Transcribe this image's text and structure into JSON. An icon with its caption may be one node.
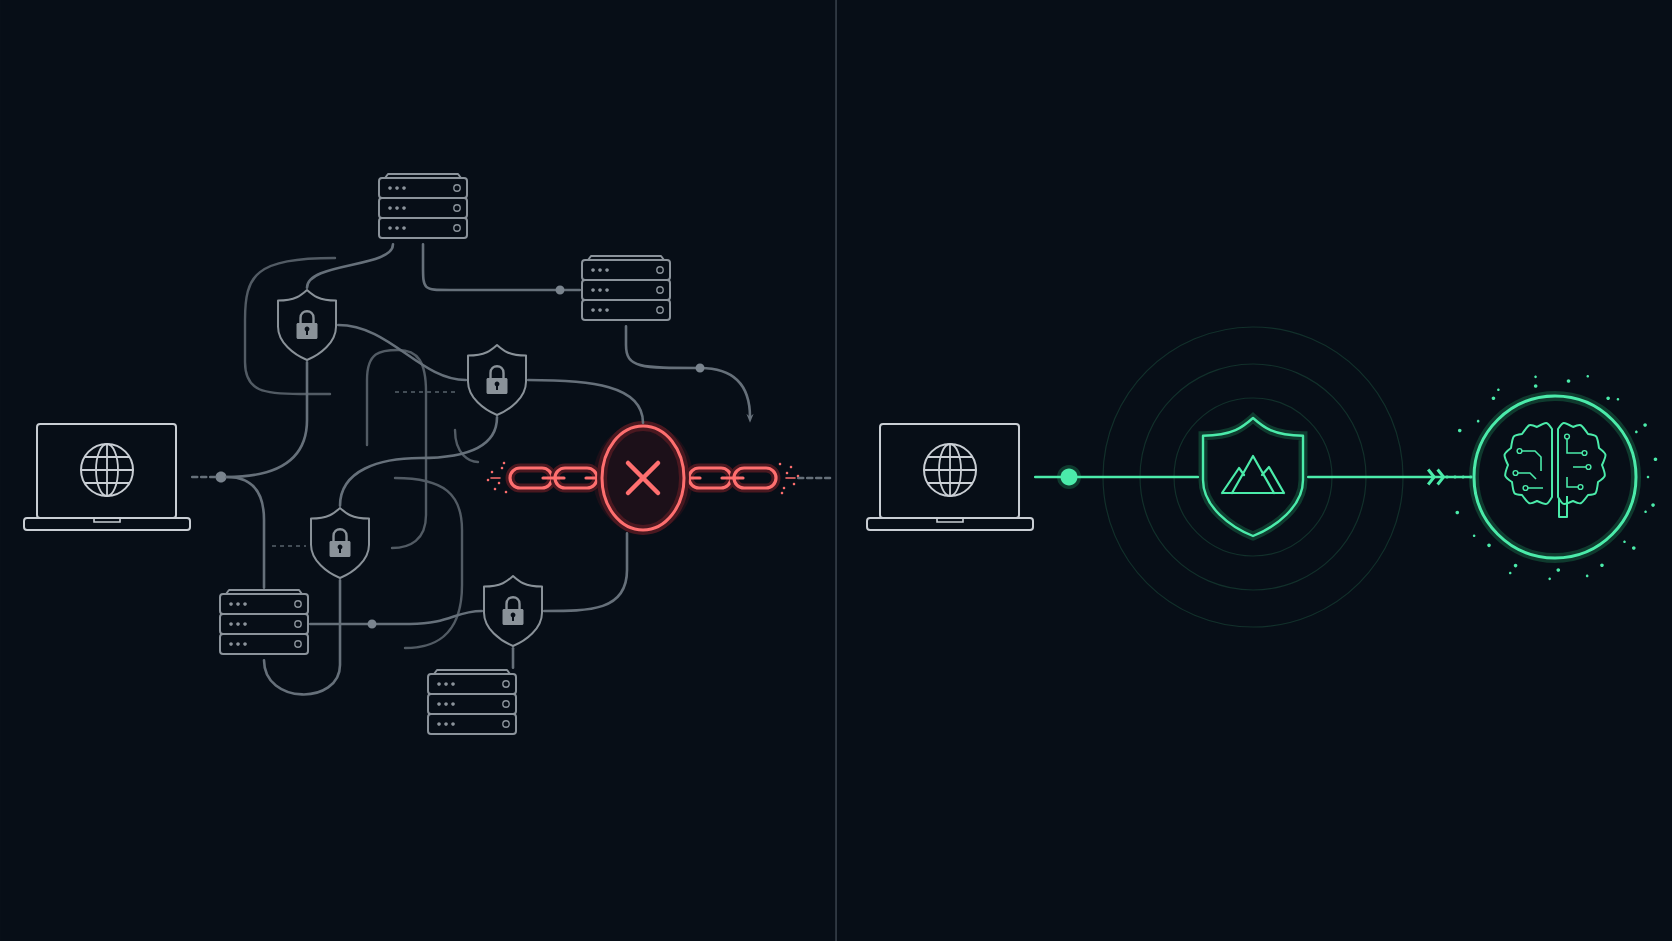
{
  "diagram": {
    "nodes": [
      {
        "text": [],
        "shape": "picture"
      },
      {
        "text": [],
        "shape": "circle"
      },
      {
        "text": [],
        "shape": "picture"
      },
      {
        "text": [],
        "shape": "picture"
      },
      {
        "text": [],
        "shape": "picture"
      },
      {
        "text": [],
        "shape": "picture"
      },
      {
        "text": [],
        "shape": "picture"
      },
      {
        "text": [],
        "shape": "picture"
      },
      {
        "text": [],
        "shape": "picture"
      },
      {
        "text": [],
        "shape": "picture"
      },
      {
        "text": [],
        "shape": "picture"
      },
      {
        "text": [],
        "shape": "picture"
      },
      {
        "text": [],
        "shape": "circle"
      },
      {
        "text": [],
        "shape": "picture"
      },
      {
        "text": [],
        "shape": "circle"
      }
    ],
    "edges": [
      {
        "from": 0,
        "to": 1,
        "arrow": "none",
        "style": "dashed"
      },
      {
        "from": 1,
        "to": 3,
        "arrow": "none"
      },
      {
        "from": 1,
        "to": 7,
        "arrow": "none"
      },
      {
        "from": 2,
        "to": 3,
        "arrow": "none"
      },
      {
        "from": 2,
        "to": 4,
        "arrow": "none"
      },
      {
        "from": 4,
        "to": 10,
        "arrow": "to"
      },
      {
        "from": 3,
        "to": 5,
        "arrow": "none"
      },
      {
        "from": 5,
        "to": 10,
        "arrow": "none"
      },
      {
        "from": 6,
        "to": 7,
        "arrow": "none"
      },
      {
        "from": 7,
        "to": 8,
        "arrow": "none"
      },
      {
        "from": 8,
        "to": 9,
        "arrow": "none"
      },
      {
        "from": 10,
        "to": 8,
        "arrow": "none"
      },
      {
        "from": 10,
        "to": null,
        "arrow": "none",
        "style": "dashed"
      },
      {
        "from": 6,
        "to": 5,
        "arrow": "none"
      },
      {
        "from": 11,
        "to": 12,
        "arrow": "none",
        "color": "#4bebaa"
      },
      {
        "from": 12,
        "to": 13,
        "arrow": "none",
        "color": "#4bebaa"
      },
      {
        "from": 13,
        "to": 14,
        "arrow": "to",
        "color": "#4bebaa"
      }
    ]
  }
}
